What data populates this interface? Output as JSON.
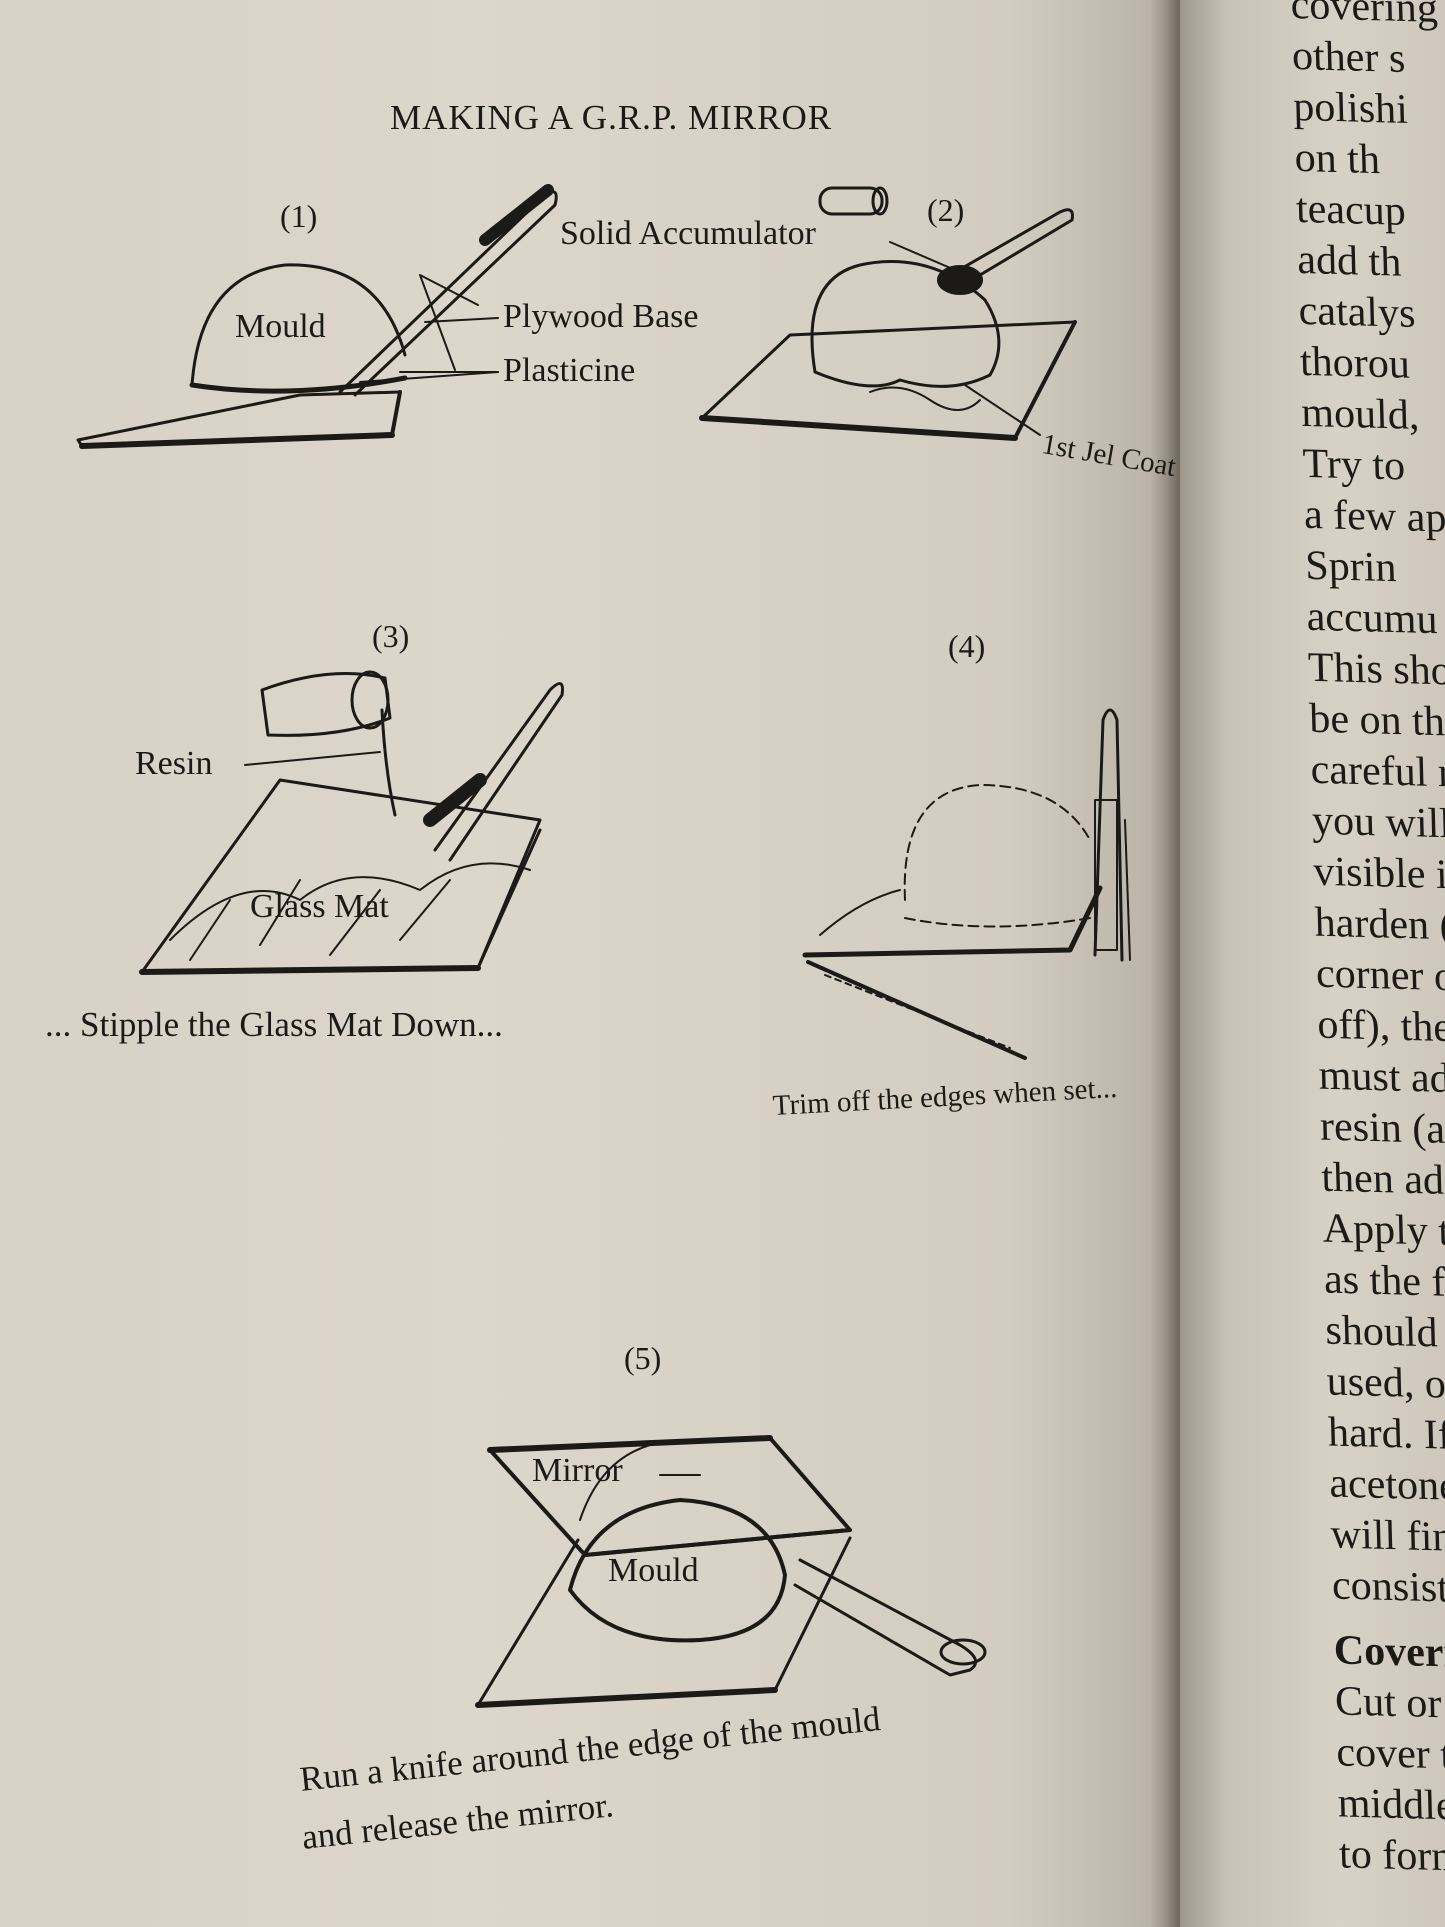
{
  "page": {
    "title": "MAKING A G.R.P. MIRROR"
  },
  "steps": {
    "step1": {
      "number": "(1)",
      "labels": [
        "Mould",
        "Plywood Base",
        "Plasticine"
      ]
    },
    "step2": {
      "number": "(2)",
      "labels": [
        "Solid Accumulator",
        "1st Jel Coat"
      ]
    },
    "step3": {
      "number": "(3)",
      "labels": [
        "Resin",
        "Glass Mat"
      ],
      "caption": "... Stipple the Glass Mat Down..."
    },
    "step4": {
      "number": "(4)",
      "caption": "Trim off the edges when set..."
    },
    "step5": {
      "number": "(5)",
      "labels": [
        "Mirror",
        "Mould"
      ],
      "caption_line1": "Run a knife around the edge of the mould",
      "caption_line2": "and release the mirror."
    }
  },
  "right_page": {
    "lines": [
      "covering",
      "other s",
      "polishi",
      "on th",
      "teacup",
      "add th",
      "catalys",
      "thorou",
      "mould,",
      "Try to",
      "a few ap",
      "Sprin",
      "accumu",
      "This sho",
      "be on th",
      "careful r",
      "you will",
      "visible in",
      "harden (",
      "corner of",
      "off), then",
      "must add",
      "resin (a l",
      "then add",
      "Apply thi",
      "as the fir",
      "should be",
      "used, othe",
      "hard. If yo",
      "acetone in",
      "will find th",
      "consistency"
    ],
    "heading": "Covering t",
    "after_heading": [
      "Cut or tear",
      "cover the n",
      "middle from",
      "to form the"
    ]
  }
}
